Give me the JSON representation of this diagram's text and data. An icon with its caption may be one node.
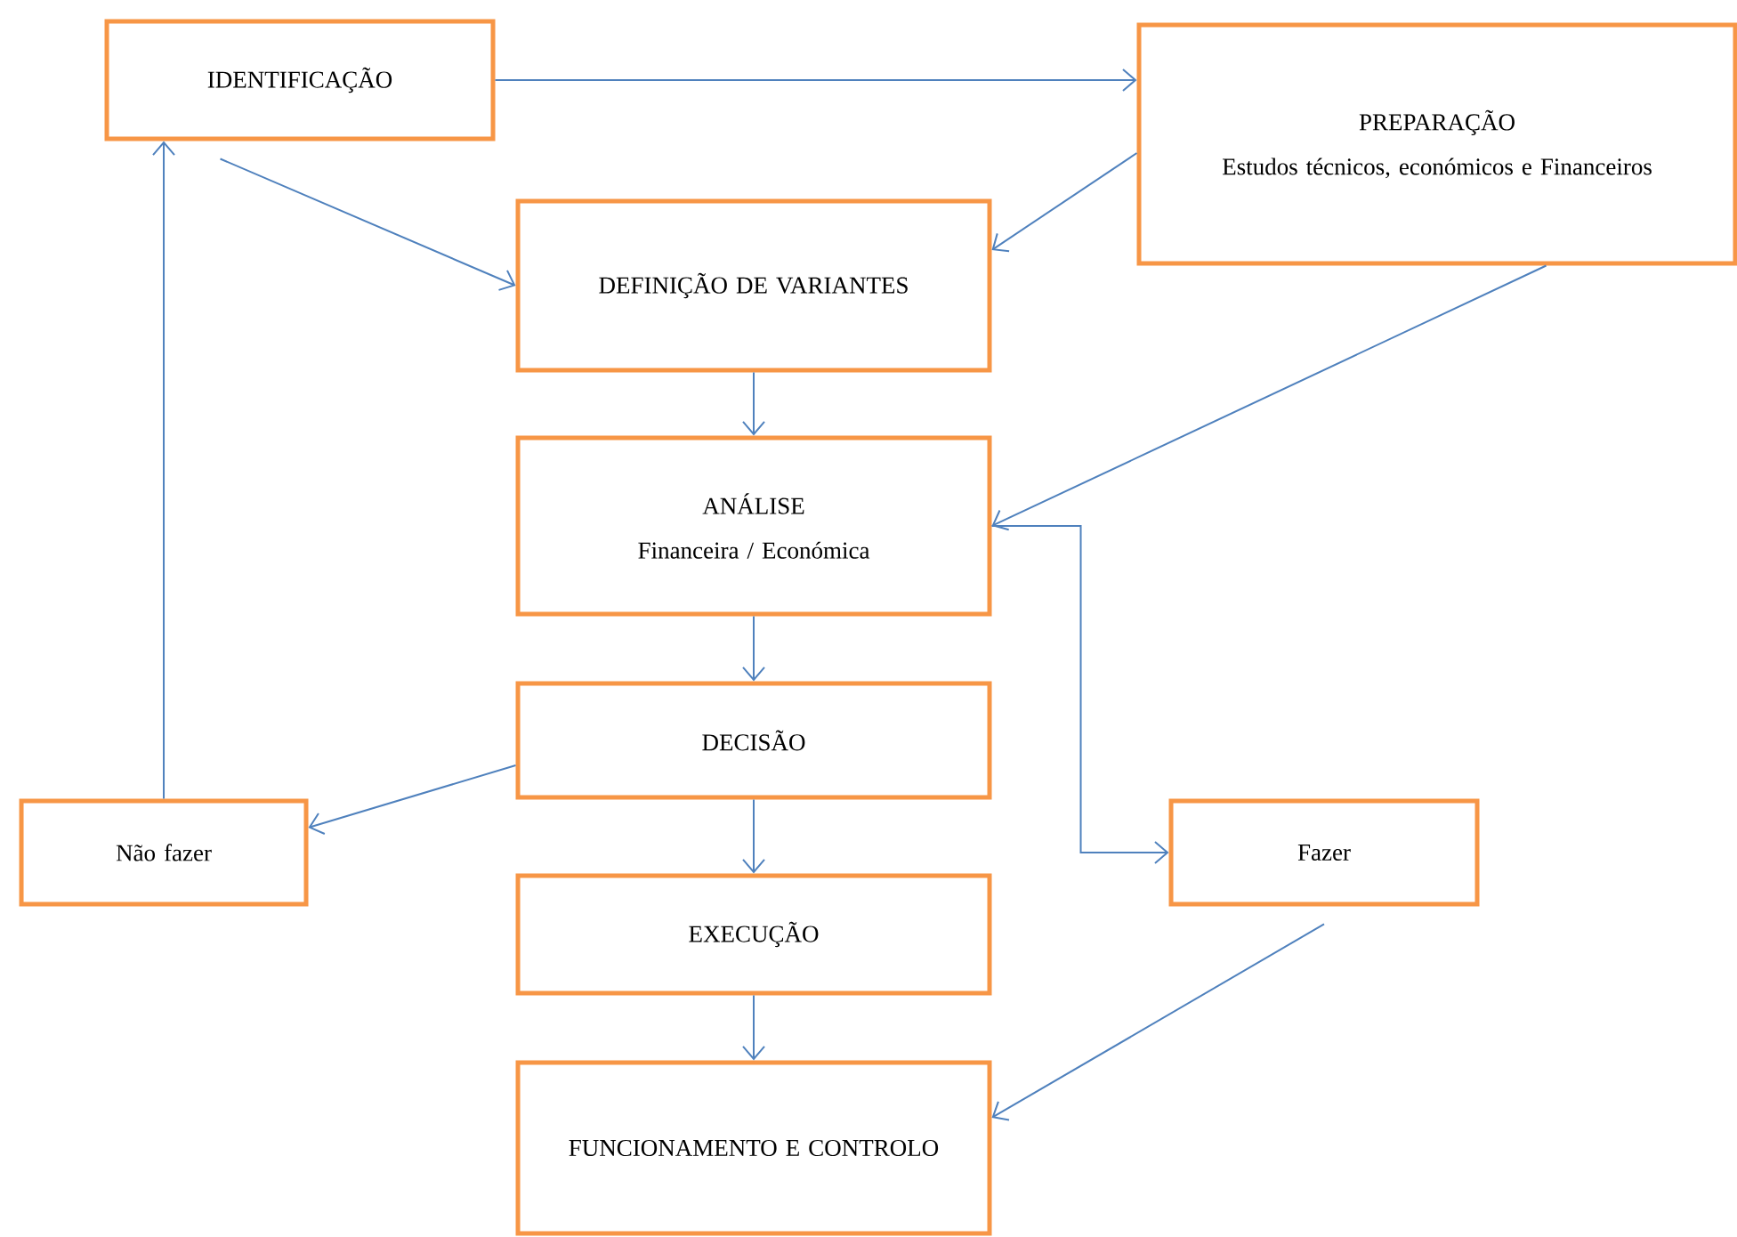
{
  "diagram": {
    "nodes": [
      {
        "text": [
          "IDENTIFICAÇÃO"
        ]
      },
      {
        "text": [
          "PREPARAÇÃO",
          "Estudos técnicos, económicos e Financeiros"
        ]
      },
      {
        "text": [
          "DEFINIÇÃO DE VARIANTES"
        ]
      },
      {
        "text": [
          "ANÁLISE",
          "Financeira / Económica"
        ]
      },
      {
        "text": [
          "DECISÃO"
        ]
      },
      {
        "text": [
          "Não fazer"
        ]
      },
      {
        "text": [
          "Fazer"
        ]
      },
      {
        "text": [
          "EXECUÇÃO"
        ]
      },
      {
        "text": [
          "FUNCIONAMENTO E CONTROLO"
        ]
      }
    ],
    "edges": [
      {
        "from": 0,
        "to": 1,
        "arrow": "to"
      },
      {
        "from": 0,
        "to": 2,
        "arrow": "to"
      },
      {
        "from": 1,
        "to": 2,
        "arrow": "to"
      },
      {
        "from": 1,
        "to": 3,
        "arrow": "to"
      },
      {
        "from": 2,
        "to": 3,
        "arrow": "to"
      },
      {
        "from": 3,
        "to": 4,
        "arrow": "to"
      },
      {
        "from": 3,
        "to": 6,
        "arrow": "to"
      },
      {
        "from": 4,
        "to": 5,
        "arrow": "to"
      },
      {
        "from": 5,
        "to": 0,
        "arrow": "to"
      },
      {
        "from": 4,
        "to": 7,
        "arrow": "to"
      },
      {
        "from": 7,
        "to": 8,
        "arrow": "to"
      },
      {
        "from": 6,
        "to": 8,
        "arrow": "to"
      }
    ]
  }
}
